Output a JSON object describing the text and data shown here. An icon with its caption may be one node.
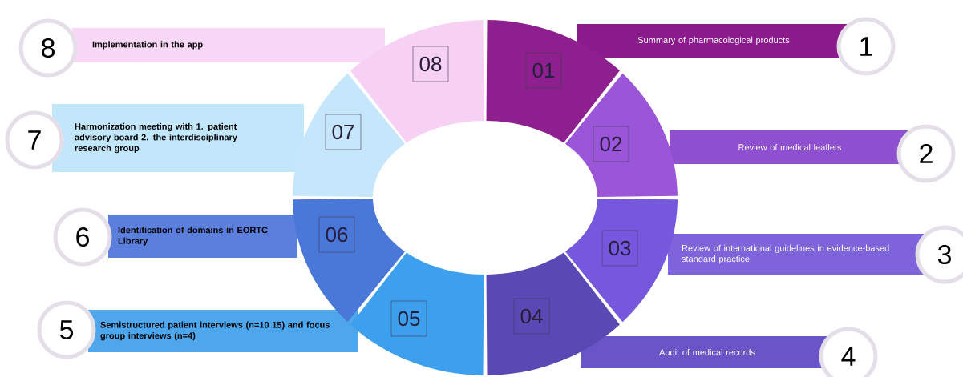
{
  "diagram": {
    "nodes": [
      {
        "text": [
          "1"
        ]
      },
      {
        "text": [
          "Summary of pharmacological products"
        ]
      },
      {
        "text": [
          "01"
        ]
      },
      {
        "text": [
          "2"
        ]
      },
      {
        "text": [
          "Review of medical leaflets"
        ]
      },
      {
        "text": [
          "02"
        ]
      },
      {
        "text": [
          "3"
        ]
      },
      {
        "text": [
          "Review of international guidelines in evidence-based standard practice"
        ]
      },
      {
        "text": [
          "03"
        ]
      },
      {
        "text": [
          "4"
        ]
      },
      {
        "text": [
          "Audit of medical records"
        ]
      },
      {
        "text": [
          "04"
        ]
      },
      {
        "text": [
          "5"
        ]
      },
      {
        "text": [
          "Semistructured patient interviews (n=10 15) and focus group interviews (n=4)"
        ]
      },
      {
        "text": [
          "05"
        ]
      },
      {
        "text": [
          "6"
        ]
      },
      {
        "text": [
          "Identification of domains in EORTC Library"
        ]
      },
      {
        "text": [
          "06"
        ]
      },
      {
        "text": [
          "7"
        ]
      },
      {
        "text": [
          "Harmonization meeting with 1. patient advisory board 2. the interdisciplinary research group"
        ]
      },
      {
        "text": [
          "07"
        ]
      },
      {
        "text": [
          "8"
        ]
      },
      {
        "text": [
          "Implementation in the app"
        ]
      },
      {
        "text": [
          "08"
        ]
      }
    ]
  }
}
